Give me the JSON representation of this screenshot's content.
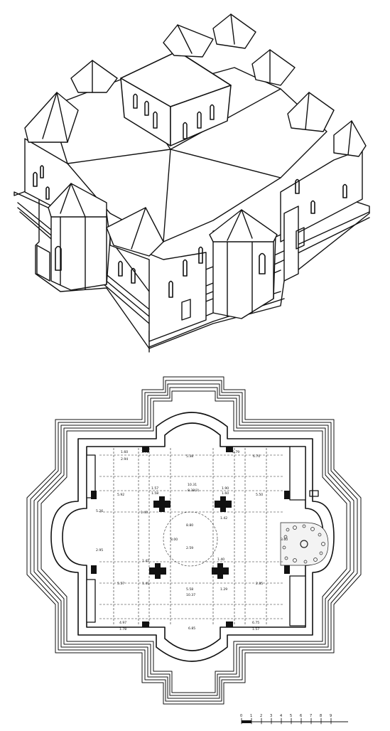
{
  "dimensions": {
    "top": [
      "1.60",
      "2.94",
      "3.75",
      "5.38",
      "5.79",
      "6.70",
      "10.31",
      "8.38(?)",
      "1.57",
      "1.58",
      "1.90",
      "1.60"
    ],
    "left": [
      "5.92",
      "5.26",
      "2.95",
      "5.57",
      "4.97",
      "1.78"
    ],
    "right": [
      "5.50",
      "3.60",
      "2.85",
      "6.75",
      "1.57"
    ],
    "center": [
      "2.59",
      "8.80",
      "8.00",
      "5.58",
      "10.37",
      "6.85"
    ],
    "piers": [
      "1.40",
      "1.42",
      "1.41",
      "1.40",
      "1.41",
      "1.29"
    ]
  },
  "scale": {
    "ticks": [
      "0",
      "1",
      "2",
      "3",
      "4",
      "5",
      "6",
      "7",
      "8",
      "9"
    ]
  }
}
